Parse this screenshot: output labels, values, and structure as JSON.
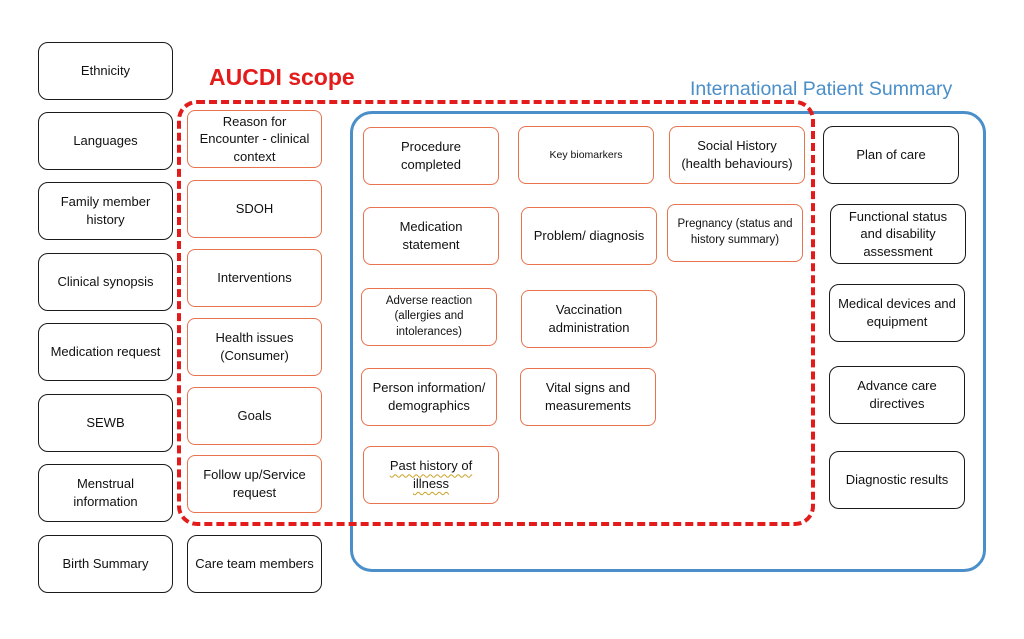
{
  "titles": {
    "aucdi": "AUCDI scope",
    "ips": "International Patient Summary"
  },
  "colors": {
    "aucdi": "#e41b1b",
    "ips": "#4a8fc9",
    "inner_boxes": "#e8734c",
    "outer_boxes": "#1a1a1a"
  },
  "left_column": [
    "Ethnicity",
    "Languages",
    "Family member history",
    "Clinical synopsis",
    "Medication request",
    "SEWB",
    "Menstrual information",
    "Birth Summary"
  ],
  "aucdi_column": [
    "Reason for Encounter - clinical context",
    "SDOH",
    "Interventions",
    "Health issues (Consumer)",
    "Goals",
    "Follow up/Service request"
  ],
  "care_team": "Care team members",
  "ips_col1": [
    "Procedure completed",
    "Medication statement",
    "Adverse reaction (allergies and intolerances)",
    "Person information/ demographics",
    "Past history of illness"
  ],
  "ips_col2": [
    "Key biomarkers",
    "Problem/ diagnosis",
    "Vaccination administration",
    "Vital signs and measurements"
  ],
  "ips_col3": [
    "Social History (health behaviours)",
    "Pregnancy (status and history summary)"
  ],
  "ips_right": [
    "Plan of care",
    "Functional status and disability assessment",
    "Medical devices and equipment",
    "Advance care directives",
    "Diagnostic results"
  ]
}
